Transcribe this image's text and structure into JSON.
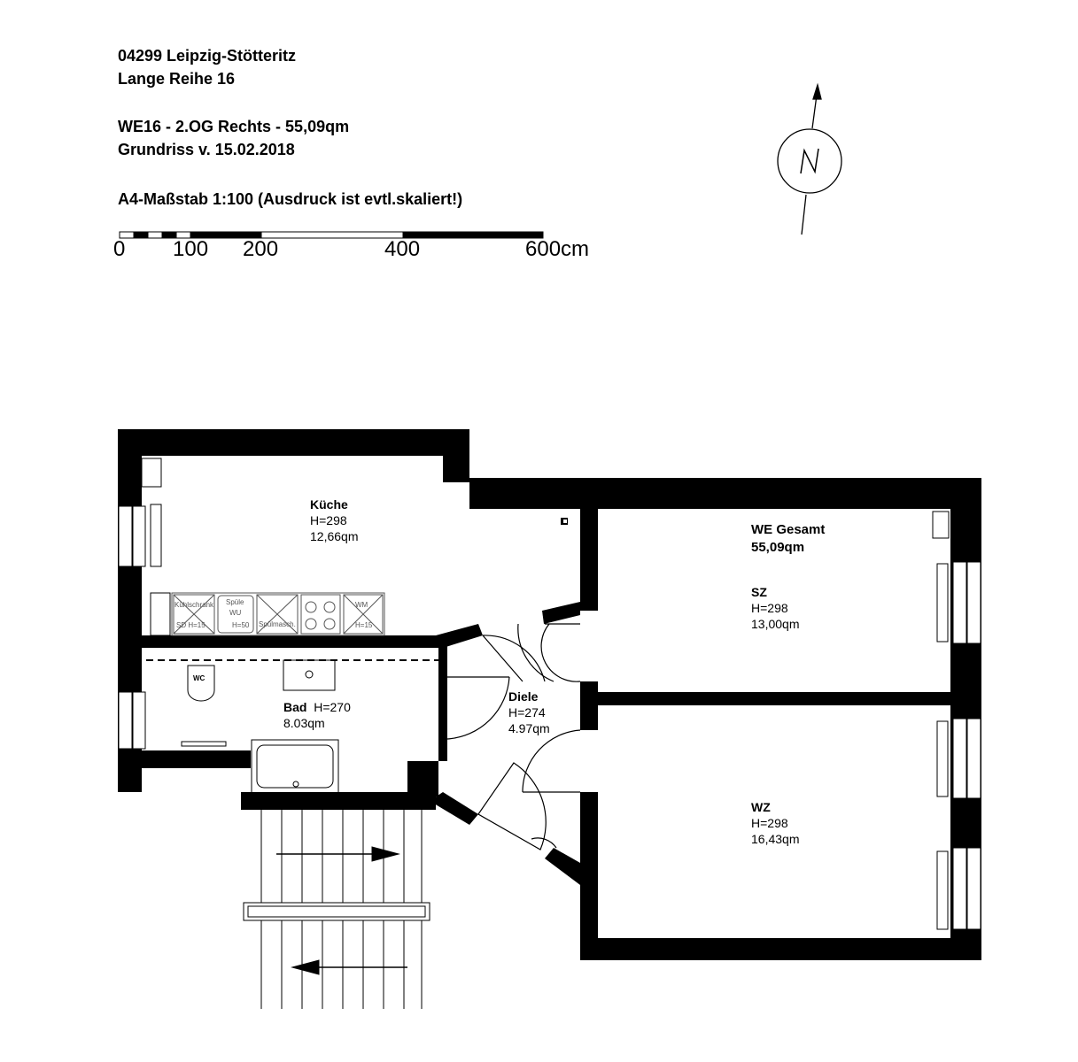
{
  "header": {
    "address_line1": "04299 Leipzig-Stötteritz",
    "address_line2": "Lange Reihe 16",
    "unit_line": "WE16 - 2.OG Rechts - 55,09qm",
    "plan_date": "Grundriss v. 15.02.2018",
    "scale_note": "A4-Maßstab 1:100 (Ausdruck ist evtl.skaliert!)"
  },
  "scale_bar": {
    "labels": [
      "0",
      "100",
      "200",
      "400",
      "600cm"
    ]
  },
  "compass": {
    "label": "N",
    "icon": "north-arrow-icon"
  },
  "total": {
    "title": "WE Gesamt",
    "area": "55,09qm"
  },
  "rooms": {
    "kueche": {
      "name": "Küche",
      "height": "H=298",
      "area": "12,66qm"
    },
    "bad": {
      "name": "Bad",
      "height": "H=270",
      "area": "8.03qm"
    },
    "diele": {
      "name": "Diele",
      "height": "H=274",
      "area": "4.97qm"
    },
    "sz": {
      "name": "SZ",
      "height": "H=298",
      "area": "13,00qm"
    },
    "wz": {
      "name": "WZ",
      "height": "H=298",
      "area": "16,43qm"
    }
  },
  "fixtures": {
    "wc": "WC",
    "fridge": "Kühlschrank",
    "fridge_note": "SD H=15",
    "sink": "Spüle",
    "sink_sub": "WU",
    "sink_height": "H=50",
    "dishwasher": "Spülmasch.",
    "washer": "WM",
    "washer_height": "H=15"
  }
}
